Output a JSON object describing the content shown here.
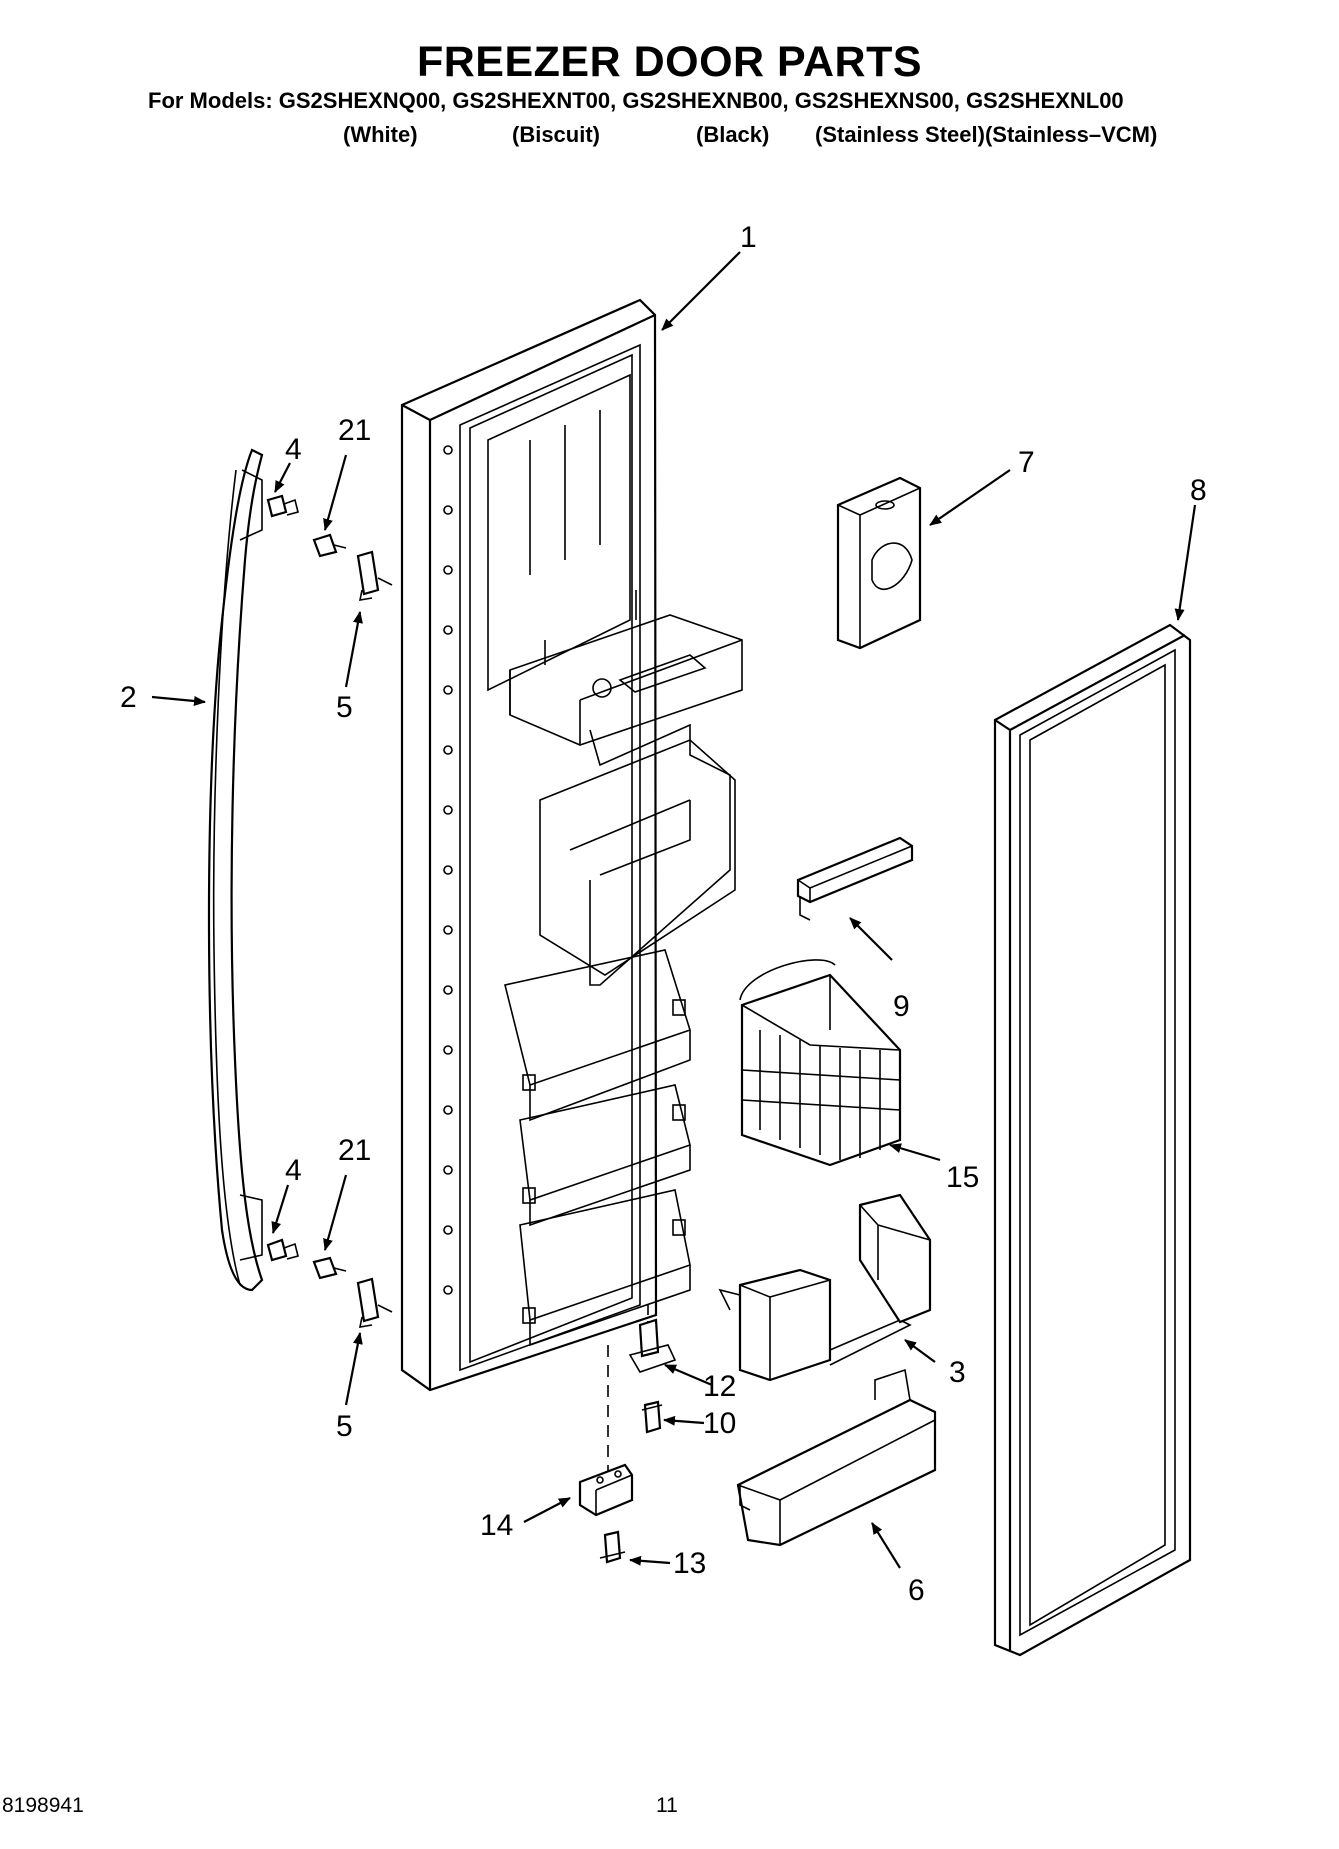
{
  "header": {
    "title": "FREEZER DOOR PARTS",
    "models_line": "For Models: GS2SHEXNQ00, GS2SHEXNT00, GS2SHEXNB00, GS2SHEXNS00, GS2SHEXNL00",
    "colors": [
      "(White)",
      "(Biscuit)",
      "(Black)",
      "(Stainless Steel)(Stainless–VCM)"
    ]
  },
  "callouts": {
    "door": "1",
    "handle": "2",
    "ice_bin_rack": "3",
    "screw_top": "4",
    "screw_bottom": "4",
    "clip_top": "5",
    "clip_bottom": "5",
    "door_bin": "6",
    "module": "7",
    "gasket": "8",
    "trim": "9",
    "screw_10": "10",
    "bushing": "12",
    "screw_13": "13",
    "hinge": "14",
    "basket": "15",
    "insert_top": "21",
    "insert_bottom": "21"
  },
  "footer": {
    "doc_number": "8198941",
    "page_number": "11"
  }
}
